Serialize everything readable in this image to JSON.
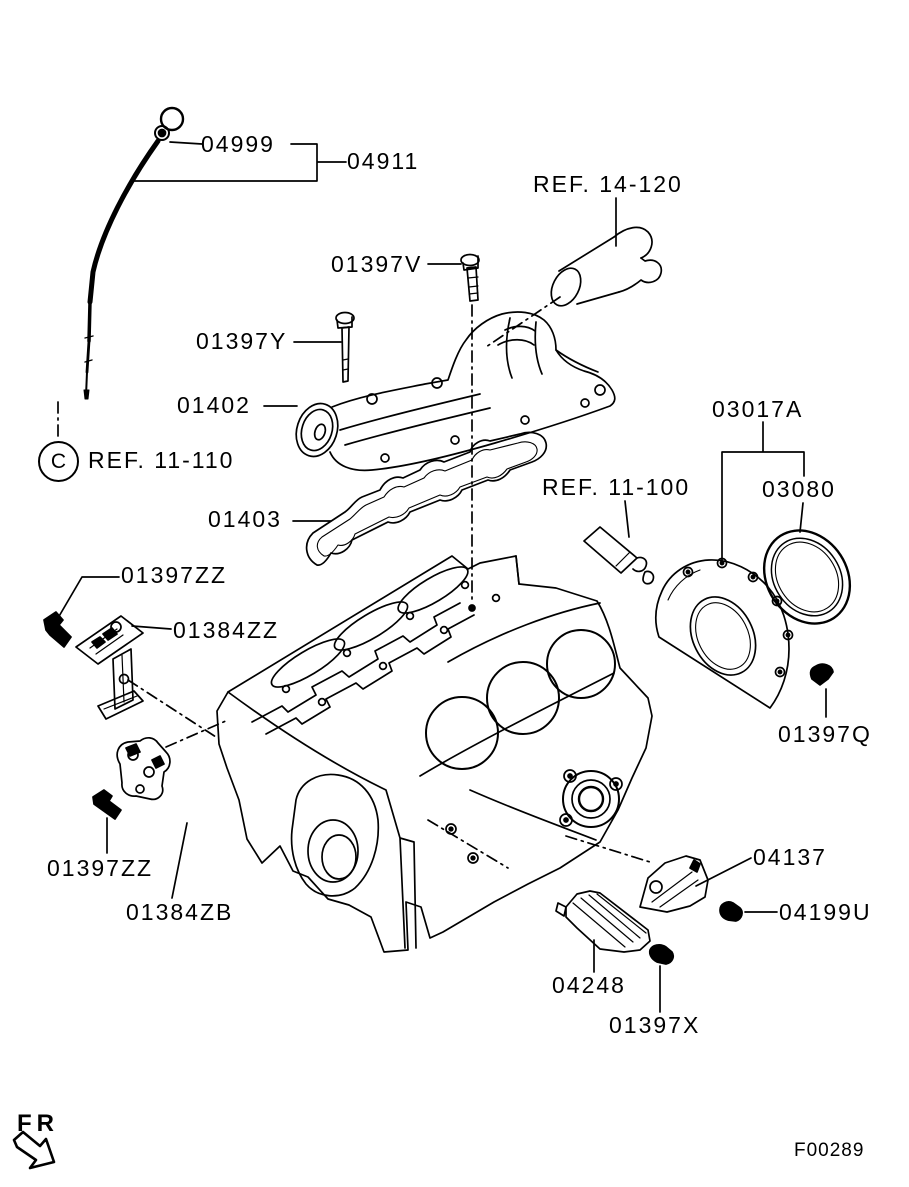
{
  "colors": {
    "ink": "#000000",
    "paper": "#ffffff"
  },
  "figure": {
    "code": "F00289",
    "front_marker": "FR"
  },
  "labels": {
    "p04999": "04999",
    "p04911": "04911",
    "ref_14_120": "REF. 14-120",
    "p01397V": "01397V",
    "p01397Y": "01397Y",
    "p01402": "01402",
    "ref_c": "C",
    "ref_11_110": "REF. 11-110",
    "p01403": "01403",
    "ref_11_100": "REF. 11-100",
    "p03017A": "03017A",
    "p03080": "03080",
    "p01397Q": "01397Q",
    "p01397ZZ_upper": "01397ZZ",
    "p01384ZZ": "01384ZZ",
    "p01397ZZ_lower": "01397ZZ",
    "p01384ZB": "01384ZB",
    "p04137": "04137",
    "p04199U": "04199U",
    "p04248": "04248",
    "p01397X": "01397X"
  }
}
